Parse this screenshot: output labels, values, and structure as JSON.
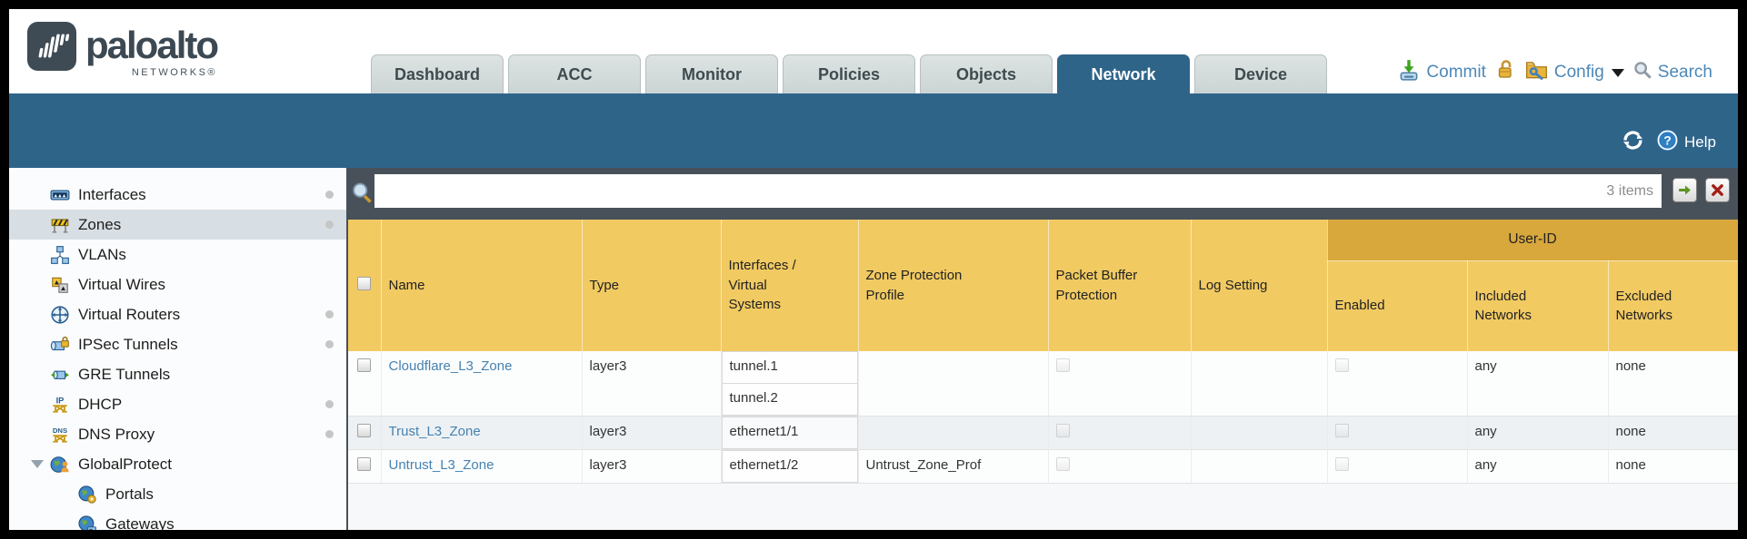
{
  "brand": {
    "wordmark": "paloalto",
    "subtext": "NETWORKS®"
  },
  "tabs": [
    {
      "label": "Dashboard",
      "active": false
    },
    {
      "label": "ACC",
      "active": false
    },
    {
      "label": "Monitor",
      "active": false
    },
    {
      "label": "Policies",
      "active": false
    },
    {
      "label": "Objects",
      "active": false
    },
    {
      "label": "Network",
      "active": true
    },
    {
      "label": "Device",
      "active": false
    }
  ],
  "utilities": {
    "commit_label": "Commit",
    "config_label": "Config",
    "search_label": "Search"
  },
  "band": {
    "help_label": "Help"
  },
  "sidebar": {
    "items": [
      {
        "label": "Interfaces",
        "icon": "interfaces-icon",
        "selected": false,
        "dot": true,
        "indent": 0,
        "caret": false
      },
      {
        "label": "Zones",
        "icon": "zones-icon",
        "selected": true,
        "dot": true,
        "indent": 0,
        "caret": false
      },
      {
        "label": "VLANs",
        "icon": "vlans-icon",
        "selected": false,
        "dot": false,
        "indent": 0,
        "caret": false
      },
      {
        "label": "Virtual Wires",
        "icon": "virtual-wires-icon",
        "selected": false,
        "dot": false,
        "indent": 0,
        "caret": false
      },
      {
        "label": "Virtual Routers",
        "icon": "virtual-routers-icon",
        "selected": false,
        "dot": true,
        "indent": 0,
        "caret": false
      },
      {
        "label": "IPSec Tunnels",
        "icon": "ipsec-tunnels-icon",
        "selected": false,
        "dot": true,
        "indent": 0,
        "caret": false
      },
      {
        "label": "GRE Tunnels",
        "icon": "gre-tunnels-icon",
        "selected": false,
        "dot": false,
        "indent": 0,
        "caret": false
      },
      {
        "label": "DHCP",
        "icon": "dhcp-icon",
        "selected": false,
        "dot": true,
        "indent": 0,
        "caret": false
      },
      {
        "label": "DNS Proxy",
        "icon": "dns-proxy-icon",
        "selected": false,
        "dot": true,
        "indent": 0,
        "caret": false
      },
      {
        "label": "GlobalProtect",
        "icon": "globalprotect-icon",
        "selected": false,
        "dot": false,
        "indent": 0,
        "caret": true
      },
      {
        "label": "Portals",
        "icon": "portals-icon",
        "selected": false,
        "dot": false,
        "indent": 1,
        "caret": false
      },
      {
        "label": "Gateways",
        "icon": "gateways-icon",
        "selected": false,
        "dot": false,
        "indent": 1,
        "caret": false
      }
    ]
  },
  "toolbar": {
    "count_label": "3 items",
    "search_value": "",
    "search_placeholder": ""
  },
  "table": {
    "group_header": "User-ID",
    "columns": [
      "Name",
      "Type",
      "Interfaces / Virtual Systems",
      "Zone Protection Profile",
      "Packet Buffer Protection",
      "Log Setting",
      "Enabled",
      "Included Networks",
      "Excluded Networks"
    ],
    "rows": [
      {
        "name": "Cloudflare_L3_Zone",
        "type": "layer3",
        "interfaces": [
          "tunnel.1",
          "tunnel.2"
        ],
        "zone_protection_profile": "",
        "packet_buffer_protection_checked": false,
        "log_setting": "",
        "user_id_enabled_checked": false,
        "included_networks": "any",
        "excluded_networks": "none"
      },
      {
        "name": "Trust_L3_Zone",
        "type": "layer3",
        "interfaces": [
          "ethernet1/1"
        ],
        "zone_protection_profile": "",
        "packet_buffer_protection_checked": false,
        "log_setting": "",
        "user_id_enabled_checked": false,
        "included_networks": "any",
        "excluded_networks": "none"
      },
      {
        "name": "Untrust_L3_Zone",
        "type": "layer3",
        "interfaces": [
          "ethernet1/2"
        ],
        "zone_protection_profile": "Untrust_Zone_Prof",
        "packet_buffer_protection_checked": false,
        "log_setting": "",
        "user_id_enabled_checked": false,
        "included_networks": "any",
        "excluded_networks": "none"
      }
    ]
  },
  "colors": {
    "teal": "#2f6489",
    "slate": "#48515a",
    "header_gold": "#f1ca62",
    "group_gold": "#d9a83c",
    "link_blue": "#4682b0",
    "utility_blue": "#4c88b8",
    "tab_gray": "#cbd4d4",
    "sidebar_selected": "#d8dfe4",
    "commit_green": "#3fa31e",
    "lock_gold": "#e8b53a",
    "clear_red": "#a32018"
  }
}
